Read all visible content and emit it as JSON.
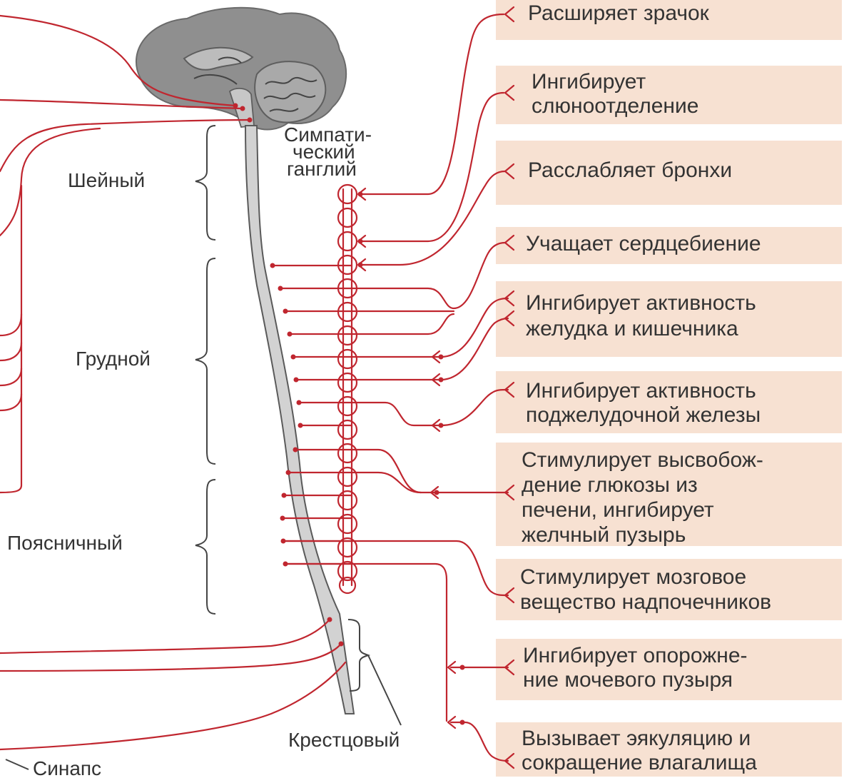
{
  "colors": {
    "nerve": "#c0262f",
    "box_fill": "#f7e1d2",
    "brain": "#8f8f8f",
    "spine": "#cfcfcf",
    "text": "#333333"
  },
  "ganglion_label": [
    "Симпати-",
    "ческий",
    "ганглий"
  ],
  "regions": {
    "cervical": "Шейный",
    "thoracic": "Грудной",
    "lumbar": "Поясничный",
    "sacral": "Крестцовый"
  },
  "synapse_label": "Синапс",
  "effects": [
    {
      "id": "pupil",
      "lines": [
        "Расширяет зрачок"
      ]
    },
    {
      "id": "saliva",
      "lines": [
        "Ингибирует",
        "слюноотделение"
      ]
    },
    {
      "id": "bronchi",
      "lines": [
        "Расслабляет бронхи"
      ]
    },
    {
      "id": "heart",
      "lines": [
        "Учащает сердцебиение"
      ]
    },
    {
      "id": "stomach",
      "lines": [
        "Ингибирует активность",
        "желудка и кишечника"
      ]
    },
    {
      "id": "pancreas",
      "lines": [
        "Ингибирует активность",
        "поджелудочной железы"
      ]
    },
    {
      "id": "liver",
      "lines": [
        "Стимулирует высвобож-",
        "дение глюкозы из",
        "печени, ингибирует",
        "желчный пузырь"
      ]
    },
    {
      "id": "adrenal",
      "lines": [
        "Стимулирует мозговое",
        "вещество надпочечников"
      ]
    },
    {
      "id": "bladder",
      "lines": [
        "Ингибирует опорожне-",
        "ние мочевого пузыря"
      ]
    },
    {
      "id": "genital",
      "lines": [
        "Вызывает эякуляцию и",
        "сокращение влагалища"
      ]
    }
  ]
}
